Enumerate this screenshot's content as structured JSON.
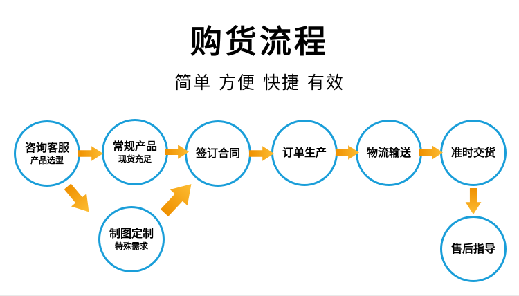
{
  "header": {
    "title": "购货流程",
    "subtitle": "简单 方便 快捷 有效"
  },
  "flow": {
    "nodes": [
      {
        "id": "consult",
        "label": "咨询客服",
        "sublabel": "产品选型"
      },
      {
        "id": "regular",
        "label": "常规产品",
        "sublabel": "现货充足"
      },
      {
        "id": "contract",
        "label": "签订合同",
        "sublabel": ""
      },
      {
        "id": "production",
        "label": "订单生产",
        "sublabel": ""
      },
      {
        "id": "logistics",
        "label": "物流输送",
        "sublabel": ""
      },
      {
        "id": "delivery",
        "label": "准时交货",
        "sublabel": ""
      },
      {
        "id": "custom",
        "label": "制图定制",
        "sublabel": "特殊需求"
      },
      {
        "id": "aftersales",
        "label": "售后指导",
        "sublabel": ""
      }
    ],
    "colors": {
      "circle_border": "#1a9ed9",
      "arrow_gradient_start": "#ef9000",
      "arrow_gradient_end": "#fdbd33",
      "text": "#000000"
    }
  }
}
